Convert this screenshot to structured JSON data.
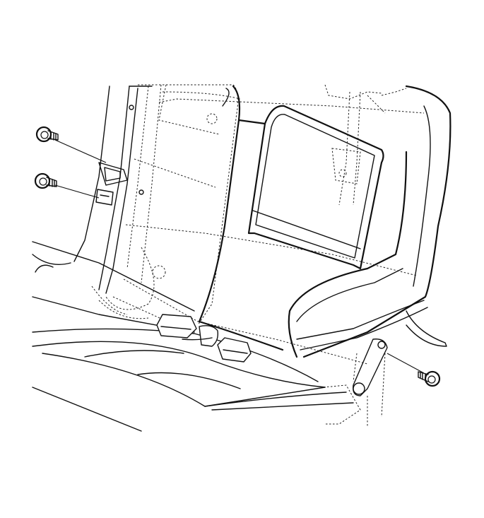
{
  "figure": {
    "parts": [
      {
        "name": "bolt-upper-left",
        "icon": "bolt-icon"
      },
      {
        "name": "bolt-middle-left",
        "icon": "bolt-icon"
      },
      {
        "name": "bolt-lower-right",
        "icon": "bolt-icon"
      }
    ],
    "line_color": "#111111",
    "background": "#ffffff"
  }
}
